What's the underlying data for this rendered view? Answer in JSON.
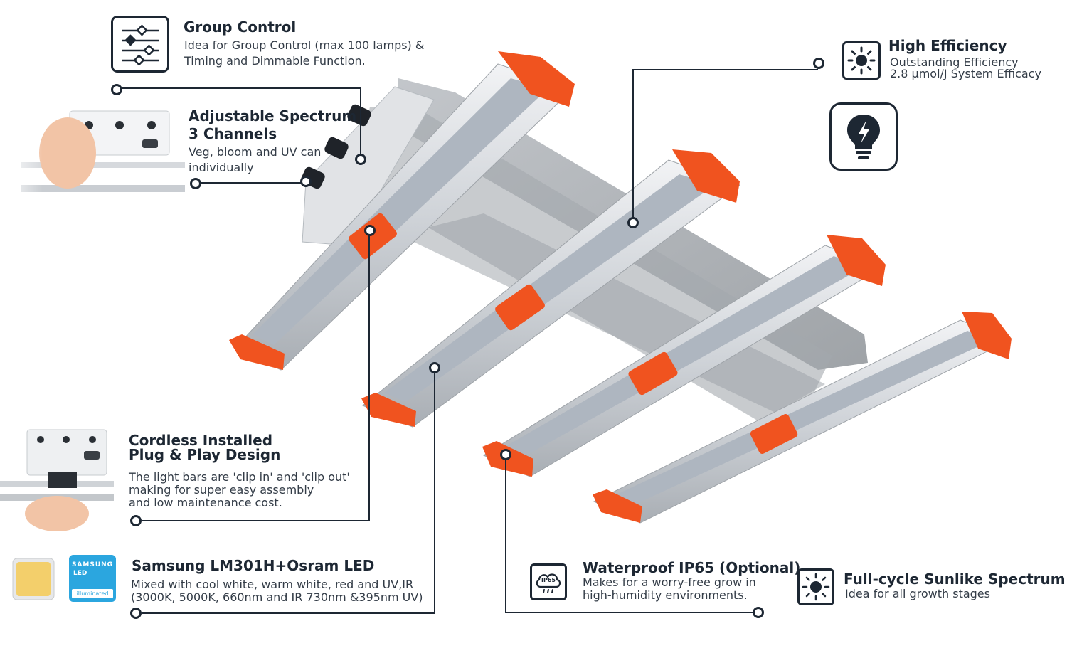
{
  "features": {
    "group_control": {
      "title": "Group Control",
      "line1": "Idea for Group Control (max 100 lamps) &",
      "line2": "Timing and Dimmable Function."
    },
    "adjustable_spectrum": {
      "title1": "Adjustable Spectrum",
      "title2": "3 Channels",
      "line1": "Veg, bloom and UV can",
      "line2": "individually"
    },
    "high_efficiency": {
      "title": "High Efficiency",
      "line1": "Outstanding Efficiency",
      "line2": "2.8 μmol/J System Efficacy"
    },
    "cordless": {
      "title1": "Cordless Installed",
      "title2": "Plug & Play Design",
      "line1": "The light bars are 'clip in' and 'clip out'",
      "line2": "making for super easy assembly",
      "line3": "and low maintenance cost."
    },
    "samsung": {
      "title": "Samsung LM301H+Osram LED",
      "line1": "Mixed with cool white, warm white, red and UV,IR",
      "line2": "(3000K, 5000K, 660nm and IR 730nm &395nm UV)",
      "badge_line1": "SAMSUNG",
      "badge_line2": "LED",
      "badge_line3": "illuminated"
    },
    "waterproof": {
      "title": "Waterproof IP65 (Optional)",
      "line1": "Makes for a worry-free grow in",
      "line2": "high-humidity environments.",
      "icon_label": "IP65"
    },
    "sunlike": {
      "title": "Full-cycle Sunlike Spectrum",
      "line1": "Idea for all growth stages"
    }
  },
  "icons": {
    "group_control": "sliders-icon",
    "high_efficiency": "sun-icon",
    "energy": "lightbulb-bolt-icon",
    "waterproof": "cloud-rain-icon",
    "sunlike": "sun-icon"
  },
  "colors": {
    "accent_orange": "#f0531f",
    "line_dark": "#1d2733",
    "aluminum": "#c9cdd2",
    "led_strip": "#aeb6c0",
    "samsung_blue": "#2ba6df"
  }
}
